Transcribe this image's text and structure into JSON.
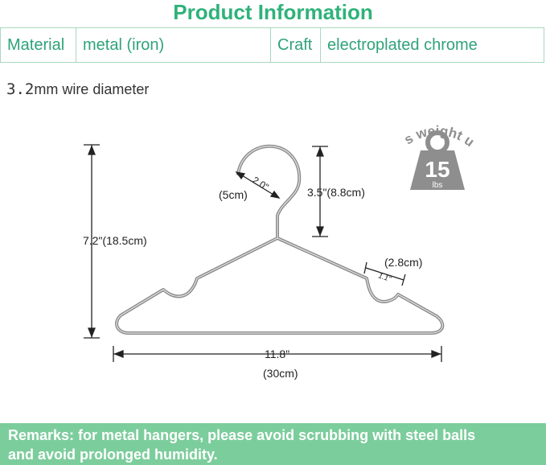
{
  "title": "Product Information",
  "specs": {
    "material_label": "Material",
    "material_value": "metal (iron)",
    "craft_label": "Craft",
    "craft_value": "electroplated chrome"
  },
  "wire": {
    "value": "3.2",
    "text": "mm wire diameter"
  },
  "dimensions": {
    "height": "7.2\"(18.5cm)",
    "width_in": "11.8\"",
    "width_cm": "(30cm)",
    "hook_height": "3.5\"(8.8cm)",
    "hook_opening_in": "2.0\"",
    "hook_opening_cm": "(5cm)",
    "notch_in": "1.1\"",
    "notch_cm": "(2.8cm)"
  },
  "badge": {
    "arc_text": "holds weight up to",
    "number": "15",
    "unit": "lbs"
  },
  "remarks": {
    "line1": "Remarks: for metal hangers, please avoid scrubbing with steel balls",
    "line2": "and avoid prolonged humidity."
  },
  "colors": {
    "title_green": "#2fb27a",
    "remarks_bg": "#7ccd9c",
    "badge_gray": "#8e8e8e"
  },
  "icons": [
    "hanger-illustration",
    "weight-icon"
  ]
}
